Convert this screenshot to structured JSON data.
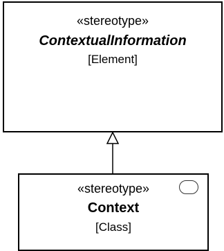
{
  "elements": [
    {
      "stereotype": "«stereotype»",
      "name": "ContextualInformation",
      "kind": "[Element]"
    },
    {
      "stereotype": "«stereotype»",
      "name": "Context",
      "kind": "[Class]"
    }
  ],
  "relationship": {
    "type": "generalization",
    "from": "Context",
    "to": "ContextualInformation"
  },
  "colors": {
    "border": "#000000",
    "background": "#ffffff"
  }
}
